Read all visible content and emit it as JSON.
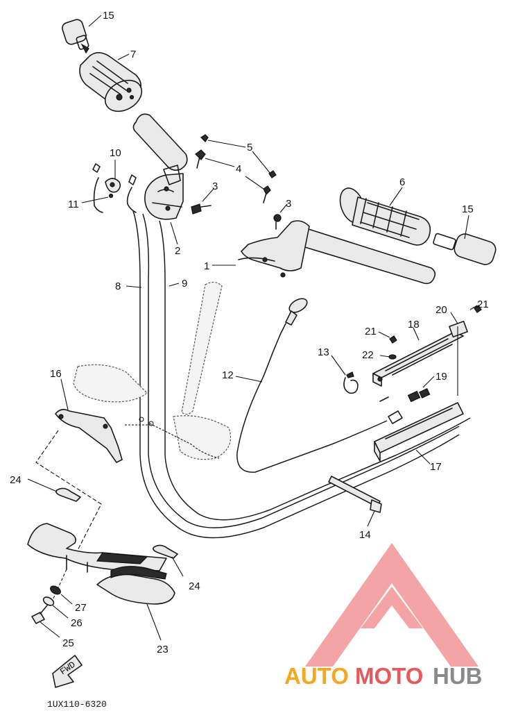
{
  "diagram": {
    "code": "1UX110-6320",
    "fwd_label": "FWD"
  },
  "callouts": {
    "c1": "1",
    "c2": "2",
    "c3a": "3",
    "c3b": "3",
    "c4": "4",
    "c5": "5",
    "c6": "6",
    "c7": "7",
    "c8": "8",
    "c9": "9",
    "c10": "10",
    "c11": "11",
    "c12": "12",
    "c13": "13",
    "c14": "14",
    "c15a": "15",
    "c15b": "15",
    "c16": "16",
    "c17": "17",
    "c18": "18",
    "c19": "19",
    "c20": "20",
    "c21a": "21",
    "c21b": "21",
    "c22": "22",
    "c23": "23",
    "c24a": "24",
    "c24b": "24",
    "c25": "25",
    "c26": "26",
    "c27": "27"
  },
  "watermark": {
    "part1": "AUTO",
    "part2": "MOTO",
    "part3": "HUB",
    "color_auto": "#f5a623",
    "color_moto": "#e85a5a",
    "color_hub": "#8a8a8a"
  }
}
